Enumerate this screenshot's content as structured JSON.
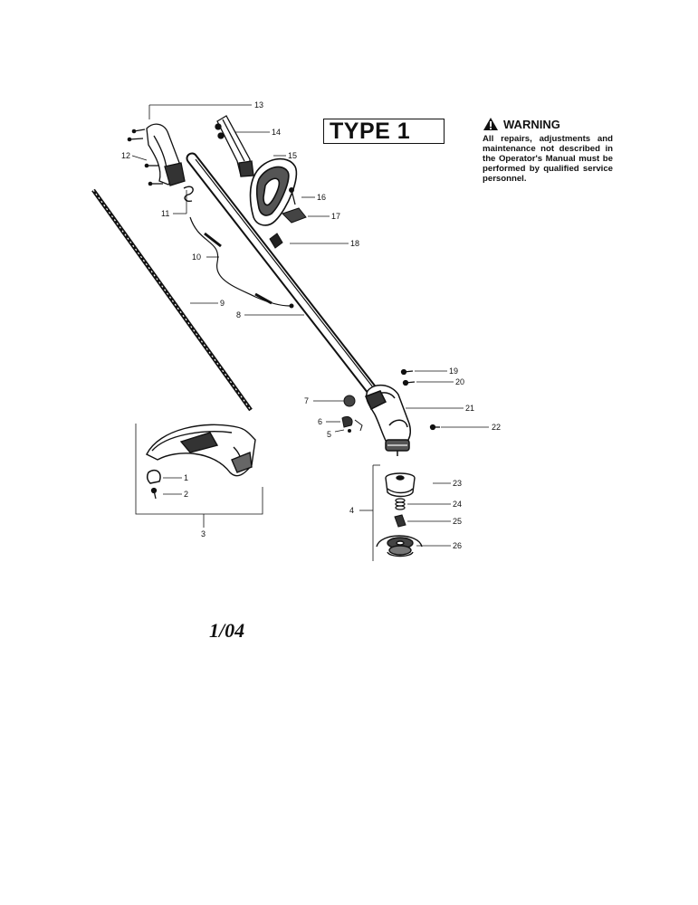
{
  "type_label": "TYPE 1",
  "warning": {
    "title": "WARNING",
    "text": "All repairs, adjustments and maintenance not described in the Operator's Manual must be performed by qualified service personnel."
  },
  "date_code": "1/04",
  "callouts": {
    "c1": "1",
    "c2": "2",
    "c3": "3",
    "c4": "4",
    "c5": "5",
    "c6": "6",
    "c7": "7",
    "c8": "8",
    "c9": "9",
    "c10": "10",
    "c11": "11",
    "c12": "12",
    "c13": "13",
    "c14": "14",
    "c15": "15",
    "c16": "16",
    "c17": "17",
    "c18": "18",
    "c19": "19",
    "c20": "20",
    "c21": "21",
    "c22": "22",
    "c23": "23",
    "c24": "24",
    "c25": "25",
    "c26": "26"
  }
}
